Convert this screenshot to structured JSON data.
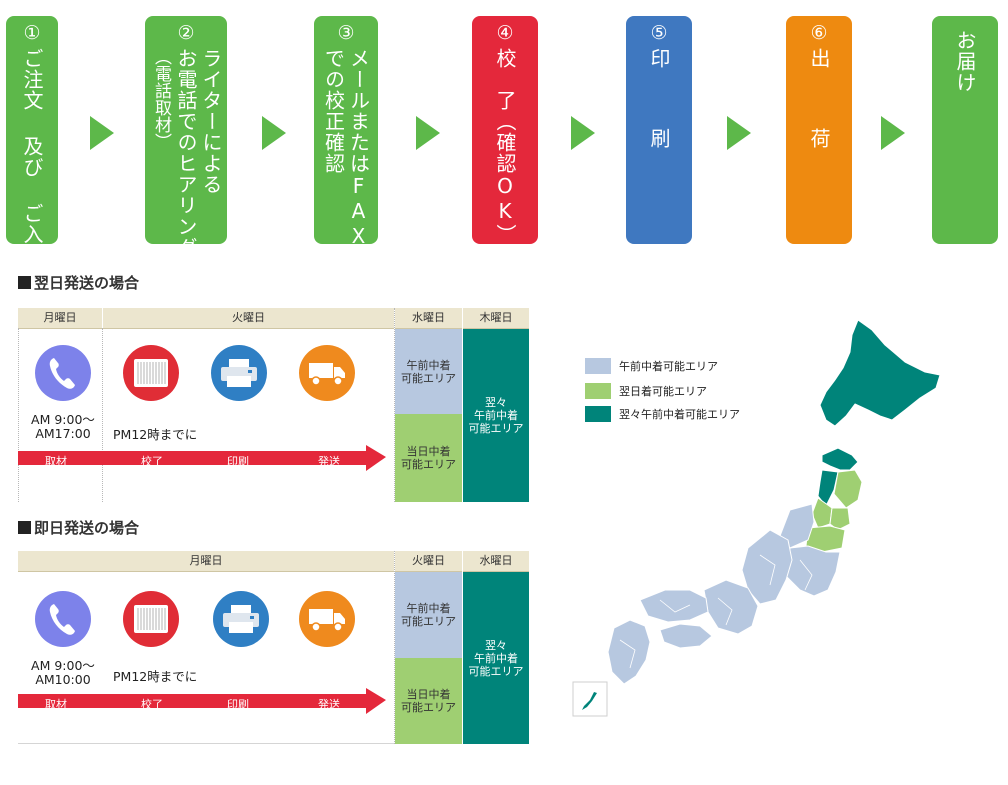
{
  "colors": {
    "green": "#5db84a",
    "red": "#e4283b",
    "blue": "#3f78c0",
    "orange": "#ee8a10",
    "area_morning": "#b7c8e0",
    "area_nextday": "#9fcf72",
    "area_twodays": "#00847a",
    "header_bg": "#ece6cf",
    "band_red": "#e4283b"
  },
  "steps": [
    {
      "num": "①",
      "lines": [
        "ご注文 及び ご入金"
      ]
    },
    {
      "num": "②",
      "lines": [
        "ライターによる",
        "お電話でのヒアリング",
        "（電話取材）"
      ]
    },
    {
      "num": "③",
      "lines": [
        "メールまたはFAX",
        "での校正確認"
      ]
    },
    {
      "num": "④",
      "lines": [
        "校　了（確認OK）"
      ]
    },
    {
      "num": "⑤",
      "lines": [
        "印　刷"
      ]
    },
    {
      "num": "⑥",
      "lines": [
        "出　荷"
      ]
    },
    {
      "num": "",
      "lines": [
        "お届け"
      ]
    }
  ],
  "section1": {
    "title": "翌日発送の場合",
    "headers": [
      "月曜日",
      "火曜日",
      "水曜日",
      "木曜日"
    ],
    "hours": [
      "AM  9:00〜",
      "AM17:00"
    ],
    "deadline": "PM12時までに",
    "band": [
      "取材",
      "校了",
      "印刷",
      "発送"
    ],
    "cells": {
      "morning": [
        "午前中着",
        "可能エリア"
      ],
      "sameday": [
        "当日中着",
        "可能エリア"
      ],
      "twodays": [
        "翌々",
        "午前中着",
        "可能エリア"
      ]
    }
  },
  "section2": {
    "title": "即日発送の場合",
    "headers": [
      "月曜日",
      "火曜日",
      "水曜日"
    ],
    "hours": [
      "AM  9:00〜",
      "AM10:00"
    ],
    "deadline": "PM12時までに",
    "band": [
      "取材",
      "校了",
      "印刷",
      "発送"
    ],
    "cells": {
      "morning": [
        "午前中着",
        "可能エリア"
      ],
      "sameday": [
        "当日中着",
        "可能エリア"
      ],
      "twodays": [
        "翌々",
        "午前中着",
        "可能エリア"
      ]
    }
  },
  "legend": [
    {
      "label": "午前中着可能エリア",
      "color": "#b7c8e0"
    },
    {
      "label": "翌日着可能エリア",
      "color": "#9fcf72"
    },
    {
      "label": "翌々午前中着可能エリア",
      "color": "#00847a"
    }
  ],
  "icons": [
    "phone-icon",
    "fax-icon",
    "printer-icon",
    "truck-icon"
  ]
}
